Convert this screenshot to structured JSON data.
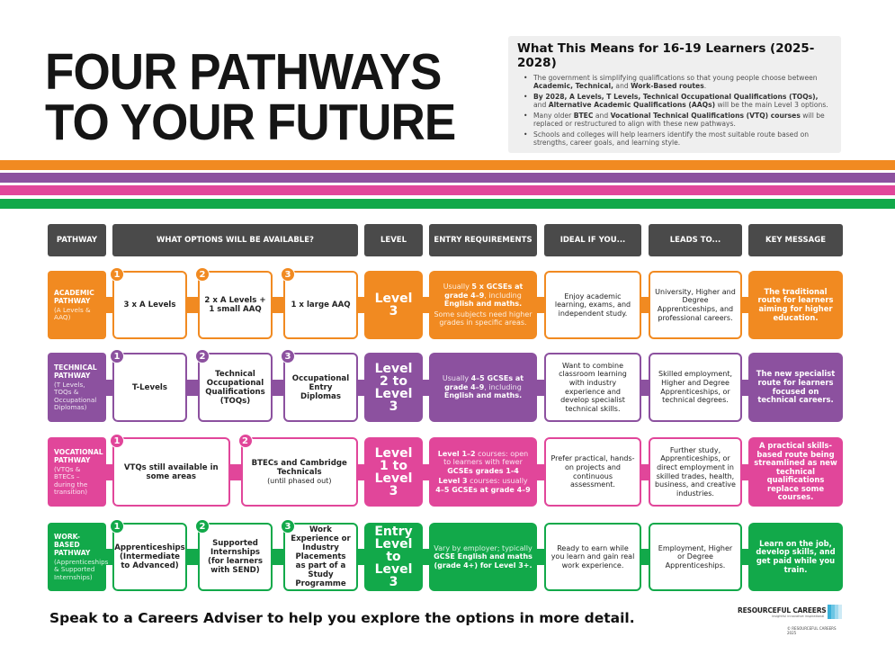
{
  "title": [
    "FOUR PATHWAYS",
    "TO YOUR FUTURE"
  ],
  "info": {
    "heading": "What This Means for 16-19 Learners (2025-2028)",
    "bullets": [
      [
        {
          "t": "The government is simplifying qualifications so that young people choose between "
        },
        {
          "t": "Academic, Technical,",
          "b": true
        },
        {
          "t": " and "
        },
        {
          "t": "Work-Based routes",
          "b": true
        },
        {
          "t": "."
        }
      ],
      [
        {
          "t": "By 2028, A Levels, T Levels, Technical Occupational Qualifications (TOQs),",
          "b": true
        },
        {
          "t": " and "
        },
        {
          "t": "Alternative Academic Qualifications (AAQs)",
          "b": true
        },
        {
          "t": " will be the main Level 3 options."
        }
      ],
      [
        {
          "t": "Many older "
        },
        {
          "t": "BTEC",
          "b": true
        },
        {
          "t": " and "
        },
        {
          "t": "Vocational Technical Qualifications (VTQ) courses",
          "b": true
        },
        {
          "t": " will be replaced or restructured to align with these new pathways."
        }
      ],
      [
        {
          "t": "Schools and colleges will help learners identify the most suitable route based on strengths, career goals, and learning style."
        }
      ]
    ]
  },
  "colors": {
    "academic": "#f18a21",
    "technical": "#8c519f",
    "vocational": "#e1469a",
    "work": "#12a94a",
    "header": "#4a4a4a"
  },
  "headers": [
    "PATHWAY",
    "WHAT OPTIONS WILL BE AVAILABLE?",
    "LEVEL",
    "ENTRY REQUIREMENTS",
    "IDEAL IF YOU...",
    "LEADS TO...",
    "KEY MESSAGE"
  ],
  "rows": [
    {
      "id": "academic",
      "title": "ACADEMIC PATHWAY",
      "sub": "(A Levels & AAQ)",
      "options": [
        {
          "num": "1",
          "t": "3 x A Levels"
        },
        {
          "num": "2",
          "t": "2 x A Levels + 1 small AAQ"
        },
        {
          "num": "3",
          "t": "1 x large AAQ"
        }
      ],
      "level": "Level 3",
      "entry": [
        [
          {
            "t": "Usually "
          },
          {
            "t": "5 x GCSEs at grade 4–9",
            "b": true
          },
          {
            "t": ", including "
          },
          {
            "t": "English and maths.",
            "b": true
          }
        ],
        [
          {
            "t": "Some subjects need higher grades in specific areas."
          }
        ]
      ],
      "ideal": "Enjoy academic learning, exams, and independent study.",
      "leads": "University, Higher and Degree Apprenticeships, and professional careers.",
      "key": "The traditional route for learners aiming for higher education."
    },
    {
      "id": "technical",
      "title": "TECHNICAL PATHWAY",
      "sub": "(T Levels, TOQs & Occupational Diplomas)",
      "options": [
        {
          "num": "1",
          "t": "T-Levels"
        },
        {
          "num": "2",
          "t": "Technical Occupational Qualifications (TOQs)"
        },
        {
          "num": "3",
          "t": "Occupational Entry Diplomas"
        }
      ],
      "level": "Level 2 to Level 3",
      "entry": [
        [
          {
            "t": "Usually "
          },
          {
            "t": "4–5 GCSEs at grade 4–9",
            "b": true
          },
          {
            "t": ", including "
          },
          {
            "t": "English and maths.",
            "b": true
          }
        ]
      ],
      "ideal": "Want to combine classroom learning with industry experience and develop specialist technical skills.",
      "leads": "Skilled employment, Higher and Degree Apprenticeships, or technical degrees.",
      "key": "The new specialist route for learners focused on technical careers."
    },
    {
      "id": "vocational",
      "title": "VOCATIONAL PATHWAY",
      "sub": "(VTQs & BTECs – during the transition)",
      "options": [
        {
          "num": "1",
          "t": "VTQs still available in some areas"
        },
        {
          "num": "2",
          "t": "BTECs and Cambridge Technicals",
          "s": "(until phased out)"
        }
      ],
      "level": "Level 1 to Level 3",
      "entry": [
        [
          {
            "t": "Level 1–2",
            "b": true
          },
          {
            "t": " courses: open to learners with fewer "
          },
          {
            "t": "GCSEs grades 1-4",
            "b": true
          }
        ],
        [
          {
            "t": "Level 3",
            "b": true
          },
          {
            "t": " courses: usually "
          },
          {
            "t": "4–5 GCSEs at grade 4–9",
            "b": true
          }
        ]
      ],
      "ideal": "Prefer practical, hands-on projects and continuous assessment.",
      "leads": "Further study, Apprenticeships, or direct employment in skilled trades, health, business, and creative industries.",
      "key": "A practical skills-based route being streamlined as new technical qualifications replace some courses."
    },
    {
      "id": "work",
      "title": "WORK-BASED PATHWAY",
      "sub": "(Apprenticeships & Supported Internships)",
      "options": [
        {
          "num": "1",
          "t": "Apprenticeships (Intermediate to Advanced)"
        },
        {
          "num": "2",
          "t": "Supported Internships (for learners with SEND)"
        },
        {
          "num": "3",
          "t": "Work Experience or Industry Placements as part of a Study Programme"
        }
      ],
      "level": "Entry Level to Level 3",
      "entry": [
        [
          {
            "t": "Vary by employer; typically "
          },
          {
            "t": "GCSE English and maths (grade 4+) for Level 3+.",
            "b": true
          }
        ]
      ],
      "ideal": "Ready to earn while you learn and gain real work experience.",
      "leads": "Employment, Higher or Degree Apprenticeships.",
      "key": "Learn on the job, develop skills, and get paid while you train."
    }
  ],
  "footer": "Speak to a Careers Adviser to help you explore the options in more detail.",
  "logo": {
    "name": "RESOURCEFUL CAREERS",
    "tagline": "insightful innovative inspirational",
    "copyright": "© RESOURCEFUL CAREERS 2025"
  }
}
